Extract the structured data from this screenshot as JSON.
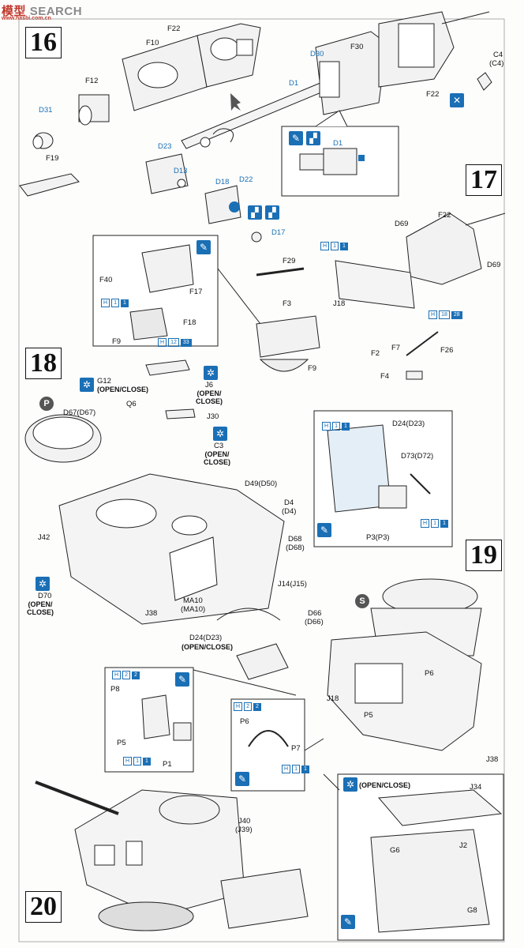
{
  "watermark": {
    "part1": "模型",
    "part2": "SEARCH",
    "sub": "www.hasbi.com.cn"
  },
  "steps": [
    "16",
    "17",
    "18",
    "19",
    "20"
  ],
  "labels": {
    "F22a": "F22",
    "F10": "F10",
    "F12": "F12",
    "D31": "D31",
    "F19": "F19",
    "D30": "D30",
    "F30": "F30",
    "C4": "C4",
    "C4p": "(C4)",
    "F22b": "F22",
    "D1": "D1",
    "D1b": "D1",
    "D23": "D23",
    "D13": "D13",
    "D18": "D18",
    "D22": "D22",
    "D17": "D17",
    "F40": "F40",
    "F17": "F17",
    "F18": "F18",
    "F9a": "F9",
    "D69a": "D69",
    "F22c": "F22",
    "D69b": "D69",
    "F29": "F29",
    "F3": "F3",
    "J18a": "J18",
    "F7": "F7",
    "F26": "F26",
    "F2": "F2",
    "F4": "F4",
    "F9b": "F9",
    "G12": "G12",
    "G12s": "(OPEN/CLOSE)",
    "J6": "J6",
    "J6s": "(OPEN/\nCLOSE)",
    "D67": "D67(D67)",
    "Q6": "Q6",
    "J30": "J30",
    "C3": "C3",
    "C3s": "(OPEN/\nCLOSE)",
    "D49": "D49(D50)",
    "D4": "D4",
    "D4p": "(D4)",
    "D68": "D68",
    "D68p": "(D68)",
    "J42": "J42",
    "J14": "J14(J15)",
    "D70": "D70",
    "D70s": "(OPEN/\nCLOSE)",
    "J38a": "J38",
    "MA10": "MA10",
    "MA10p": "(MA10)",
    "D66": "D66",
    "D66p": "(D66)",
    "D24b": "D24(D23)",
    "D24bs": "(OPEN/CLOSE)",
    "D24a": "D24(D23)",
    "D73": "D73(D72)",
    "P3": "P3(P3)",
    "P8": "P8",
    "P5a": "P5",
    "P1": "P1",
    "P6a": "P6",
    "P7": "P7",
    "P6b": "P6",
    "J18b": "J18",
    "P5b": "P5",
    "J38b": "J38",
    "J40": "J40",
    "J39": "(J39)",
    "J34": "J34",
    "G6": "G6",
    "J2": "J2",
    "G8": "G8",
    "openclose20": "(OPEN/CLOSE)"
  },
  "badges": {
    "h_f18": [
      "H",
      "1",
      "1"
    ],
    "h_f9": [
      "H",
      "12",
      "33"
    ],
    "h_f3": [
      "H",
      "1",
      "1"
    ],
    "h_f26": [
      "H",
      "18",
      "28"
    ],
    "h_d24": [
      "H",
      "1",
      "1"
    ],
    "h_d73": [
      "H",
      "1",
      "1"
    ],
    "h_p8": [
      "H",
      "2",
      "2"
    ],
    "h_p1": [
      "H",
      "1",
      "1"
    ],
    "h_p6": [
      "H",
      "2",
      "2"
    ],
    "h_p7": [
      "H",
      "1",
      "1"
    ]
  },
  "circles": {
    "p": "P",
    "s": "S"
  },
  "colors": {
    "accent": "#1a6fb5",
    "line": "#222222",
    "part": "#f2f2f2"
  }
}
